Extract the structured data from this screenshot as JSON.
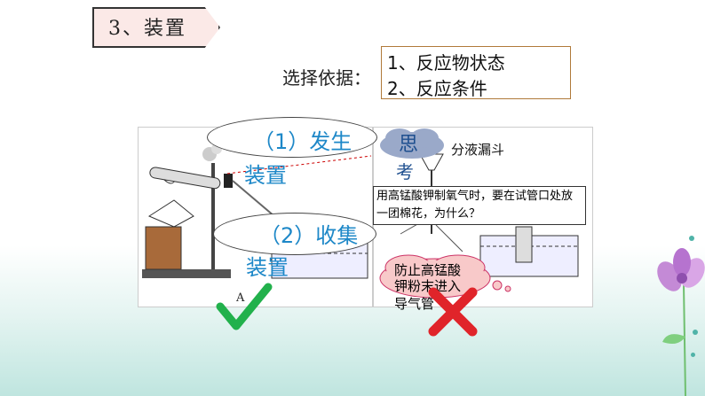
{
  "title": "3、装置",
  "basis": {
    "label": "选择依据：",
    "items": [
      "1、反应物状态",
      "2、反应条件"
    ]
  },
  "bubbles": {
    "generator": {
      "line1": "（1）发生",
      "line2": "装置"
    },
    "collector": {
      "line1": "（2）收集",
      "line2": "装置"
    }
  },
  "think_cloud": {
    "line1": "思",
    "line2": "考"
  },
  "funnel_label": "分液漏斗",
  "question_note": "用高锰酸钾制氧气时，要在试管口处放一团棉花，为什么？",
  "answer_cloud": {
    "line1": "防止高锰酸",
    "line2": "钾粉末进入",
    "line3": "导气管"
  },
  "apparatus_label": "A",
  "colors": {
    "accent_blue": "#1e88c8",
    "check_green": "#22b14c",
    "cross_red": "#e0242a"
  },
  "icons": {
    "correct": "check-mark-icon",
    "wrong": "cross-mark-icon"
  }
}
